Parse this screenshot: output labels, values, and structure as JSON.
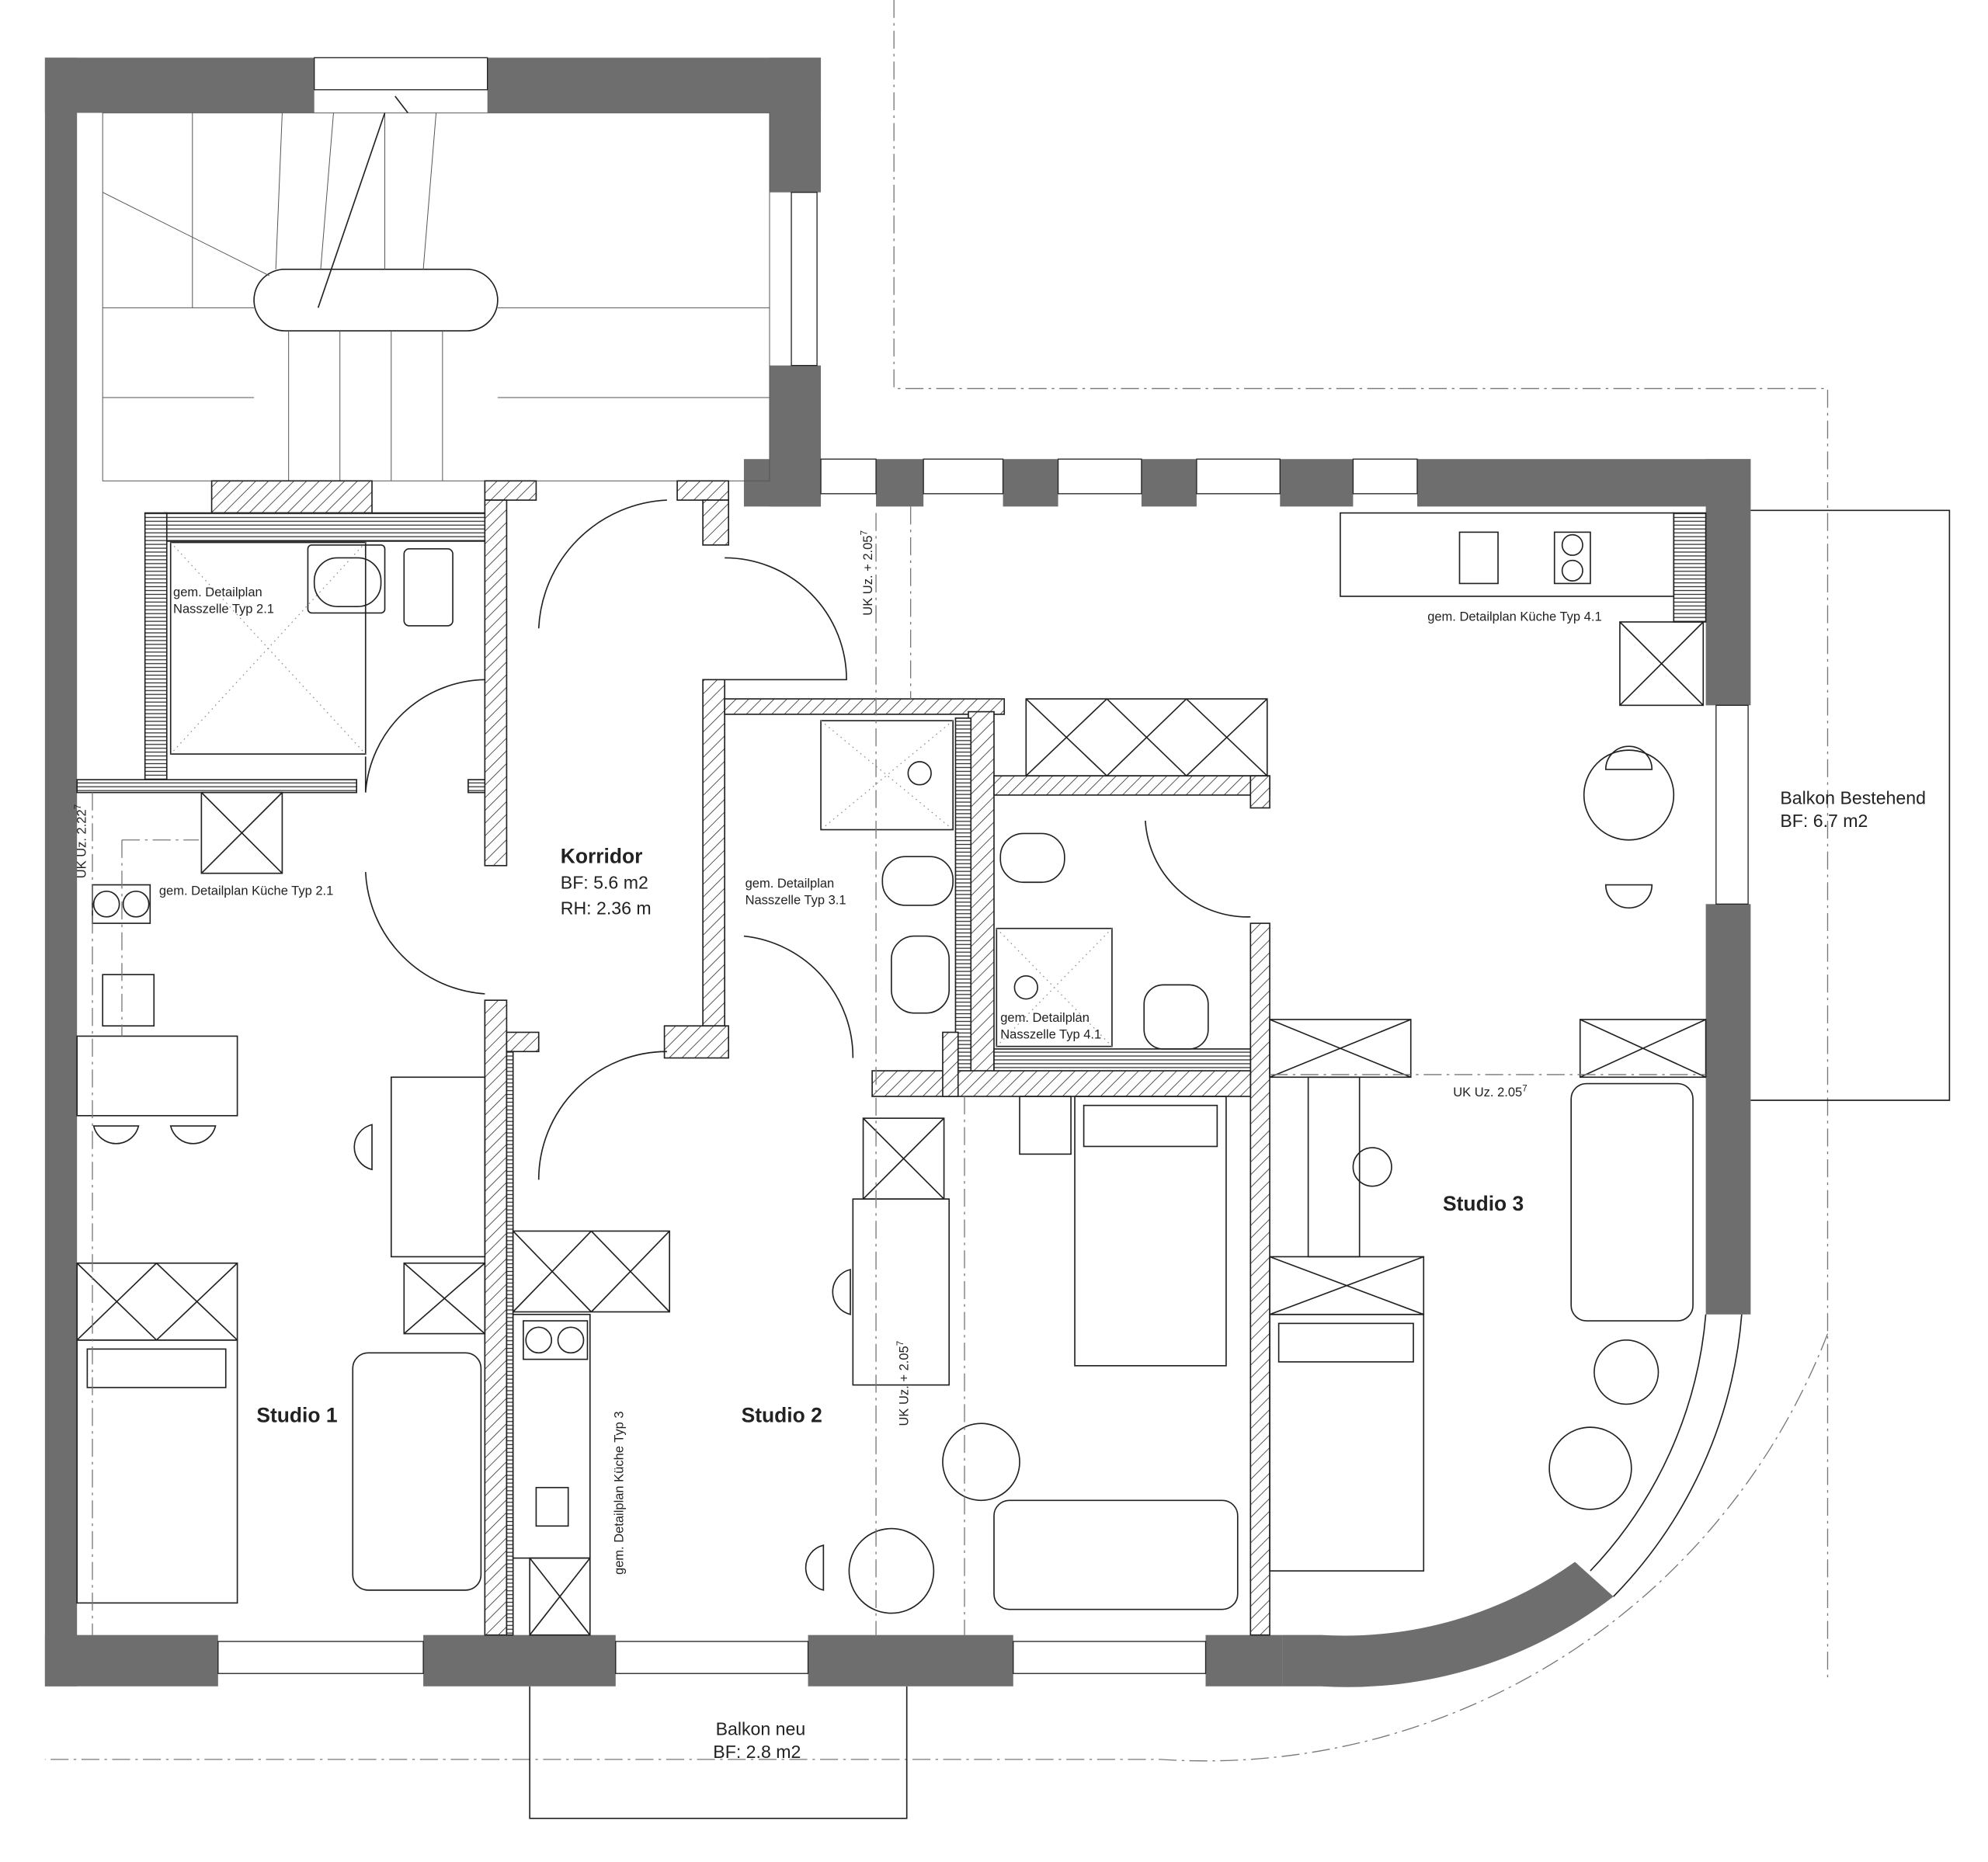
{
  "rooms": {
    "korridor": {
      "name": "Korridor",
      "bf": "BF: 5.6 m2",
      "rh": "RH: 2.36 m"
    },
    "studio1": {
      "name": "Studio 1"
    },
    "studio2": {
      "name": "Studio 2"
    },
    "studio3": {
      "name": "Studio 3"
    },
    "balkon_bestehend": {
      "name": "Balkon Bestehend",
      "bf": "BF: 6.7 m2"
    },
    "balkon_neu": {
      "name": "Balkon neu",
      "bf": "BF: 2.8 m2"
    }
  },
  "notes": {
    "nasszelle_2_1": [
      "gem. Detailplan",
      "Nasszelle Typ 2.1"
    ],
    "kueche_2_1": "gem. Detailplan Küche Typ 2.1",
    "nasszelle_3_1": [
      "gem. Detailplan",
      "Nasszelle Typ 3.1"
    ],
    "kueche_3": "gem. Detailplan Küche Typ 3",
    "kueche_4_1": "gem. Detailplan Küche Typ 4.1",
    "nasszelle_4_1": [
      "gem. Detailplan",
      "Nasszelle Typ 4.1"
    ]
  },
  "heights": {
    "uk_studio1": "UK Uz. 2.22",
    "uk_studio1_sup": "7",
    "uk_top": "UK Uz. + 2.05",
    "uk_top_sup": "7",
    "uk_studio2": "UK Uz. + 2.05",
    "uk_studio2_sup": "7",
    "uk_studio3": "UK Uz. 2.05",
    "uk_studio3_sup": "7"
  },
  "colors": {
    "wall": "#6e6e6e",
    "line": "#222222"
  }
}
